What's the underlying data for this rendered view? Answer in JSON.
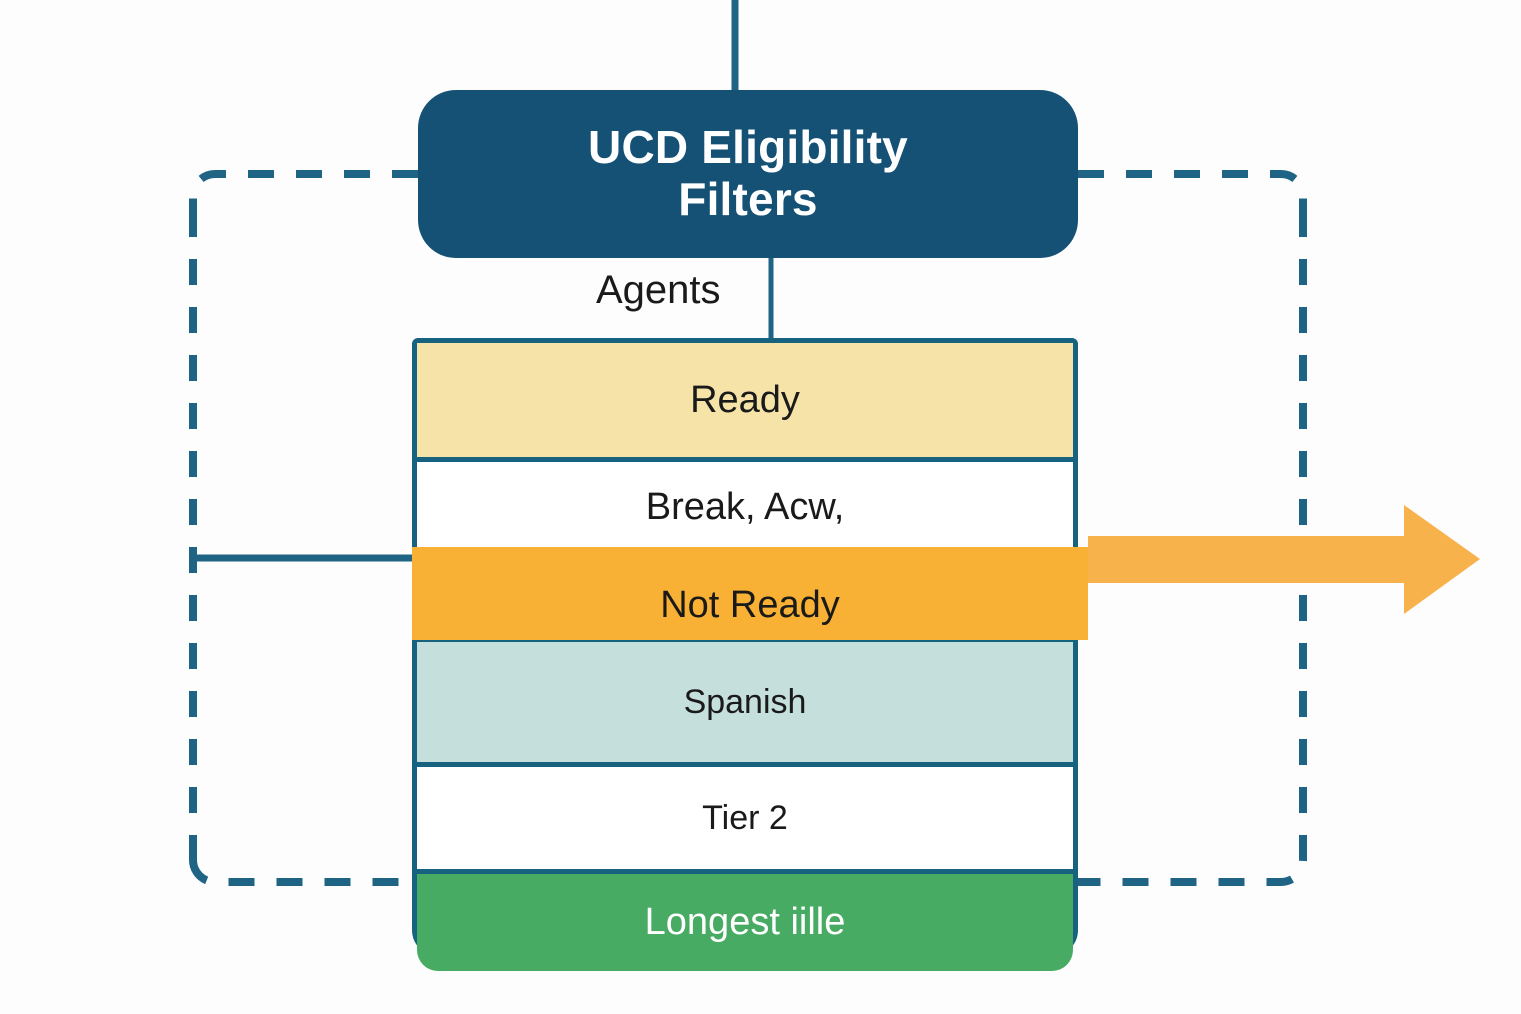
{
  "diagram": {
    "title_box": {
      "label": "UCD Eligibility\nFilters",
      "line1": "UCD Eligibility",
      "line2": "Filters",
      "fill": "#155175",
      "text_color": "#ffffff"
    },
    "edge_label": "Agents",
    "stack": {
      "border_color": "#17627f",
      "rows": [
        {
          "label": "Ready",
          "fill": "#f5e3a8",
          "text_color": "#1a1a1a"
        },
        {
          "label": "Break, Acw,",
          "fill": "#ffffff",
          "text_color": "#1a1a1a"
        },
        {
          "label": "Not Ready",
          "fill": "#f8b134",
          "text_color": "#1a1a1a"
        },
        {
          "label": "Spanish",
          "fill": "#c5e0dc",
          "text_color": "#1a1a1a"
        },
        {
          "label": "Tier 2",
          "fill": "#ffffff",
          "text_color": "#1a1a1a"
        },
        {
          "label": "Longest iille",
          "fill": "#48ab63",
          "text_color": "#ffffff"
        }
      ]
    },
    "connectors": {
      "dashed_color": "#1f6485",
      "solid_color": "#1f6485",
      "arrow_color": "#f8b24c"
    }
  }
}
